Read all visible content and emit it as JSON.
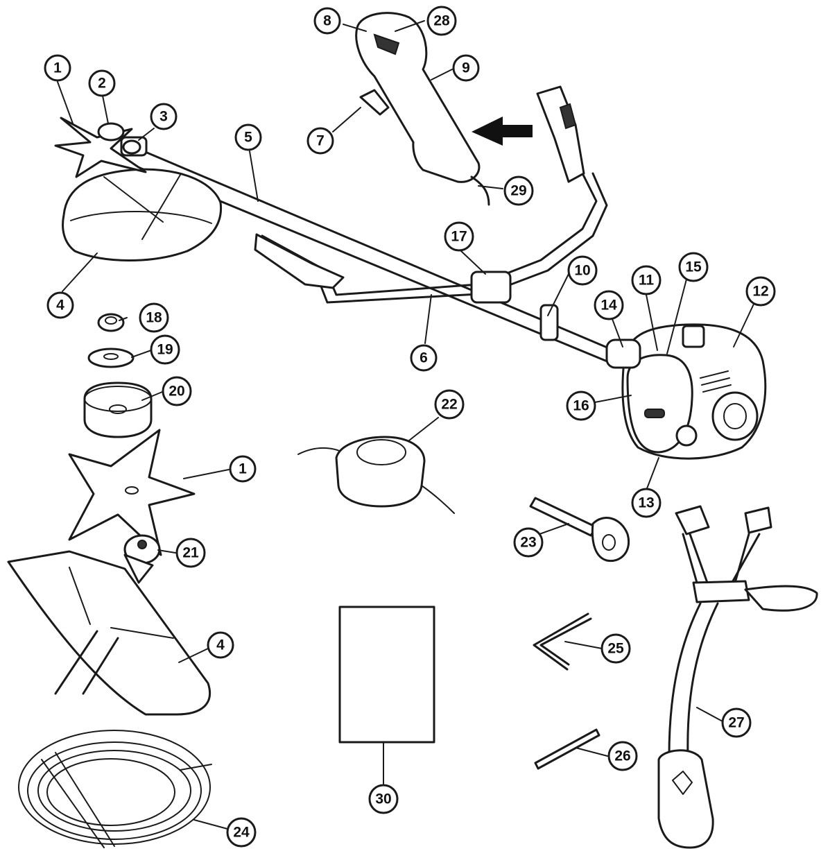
{
  "callouts": [
    {
      "id": "c1",
      "label": "1"
    },
    {
      "id": "c2",
      "label": "2"
    },
    {
      "id": "c3",
      "label": "3"
    },
    {
      "id": "c4",
      "label": "4"
    },
    {
      "id": "c5",
      "label": "5"
    },
    {
      "id": "c6",
      "label": "6"
    },
    {
      "id": "c7",
      "label": "7"
    },
    {
      "id": "c8",
      "label": "8"
    },
    {
      "id": "c9",
      "label": "9"
    },
    {
      "id": "c28",
      "label": "28"
    },
    {
      "id": "c29",
      "label": "29"
    },
    {
      "id": "c17",
      "label": "17"
    },
    {
      "id": "c10",
      "label": "10"
    },
    {
      "id": "c11",
      "label": "11"
    },
    {
      "id": "c15",
      "label": "15"
    },
    {
      "id": "c12",
      "label": "12"
    },
    {
      "id": "c14",
      "label": "14"
    },
    {
      "id": "c16",
      "label": "16"
    },
    {
      "id": "c13",
      "label": "13"
    },
    {
      "id": "c18",
      "label": "18"
    },
    {
      "id": "c19",
      "label": "19"
    },
    {
      "id": "c20",
      "label": "20"
    },
    {
      "id": "c22",
      "label": "22"
    },
    {
      "id": "c1b",
      "label": "1"
    },
    {
      "id": "c21",
      "label": "21"
    },
    {
      "id": "c4b",
      "label": "4"
    },
    {
      "id": "c23",
      "label": "23"
    },
    {
      "id": "c25",
      "label": "25"
    },
    {
      "id": "c26",
      "label": "26"
    },
    {
      "id": "c27",
      "label": "27"
    },
    {
      "id": "c30",
      "label": "30"
    },
    {
      "id": "c24",
      "label": "24"
    }
  ]
}
